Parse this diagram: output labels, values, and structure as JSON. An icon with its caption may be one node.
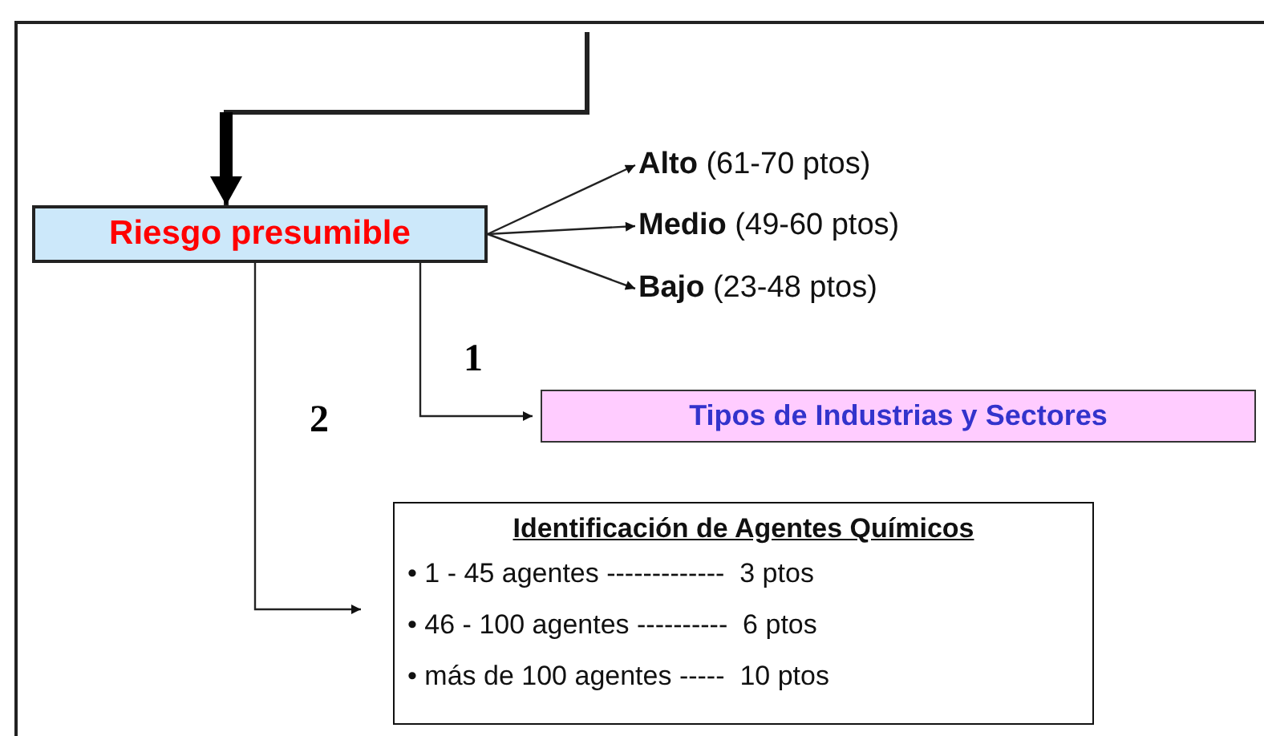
{
  "diagram": {
    "nodes": [
      {
        "text": [
          "Riesgo presumible"
        ]
      },
      {
        "text": [
          "**Alto** (61-70 ptos)"
        ]
      },
      {
        "text": [
          "**Medio** (49-60 ptos)"
        ]
      },
      {
        "text": [
          "**Bajo** (23-48 ptos)"
        ]
      },
      {
        "text": [
          "Tipos de Industrias y Sectores"
        ]
      },
      {
        "text": [
          "Identificación de Agentes Químicos",
          "• 1 - 45 agentes -------------  3 ptos",
          "• 46 - 100 agentes ----------  6 ptos",
          "• más de 100 agentes -----  10 ptos"
        ]
      }
    ],
    "edges": [
      {
        "from": null,
        "to": 0,
        "arrow": "to",
        "style": "thick"
      },
      {
        "from": 0,
        "to": 1,
        "arrow": "to"
      },
      {
        "from": 0,
        "to": 2,
        "arrow": "to"
      },
      {
        "from": 0,
        "to": 3,
        "arrow": "to"
      },
      {
        "from": 0,
        "to": 4,
        "arrow": "to",
        "label": "1"
      },
      {
        "from": 0,
        "to": 5,
        "arrow": "to",
        "label": "2"
      }
    ]
  }
}
